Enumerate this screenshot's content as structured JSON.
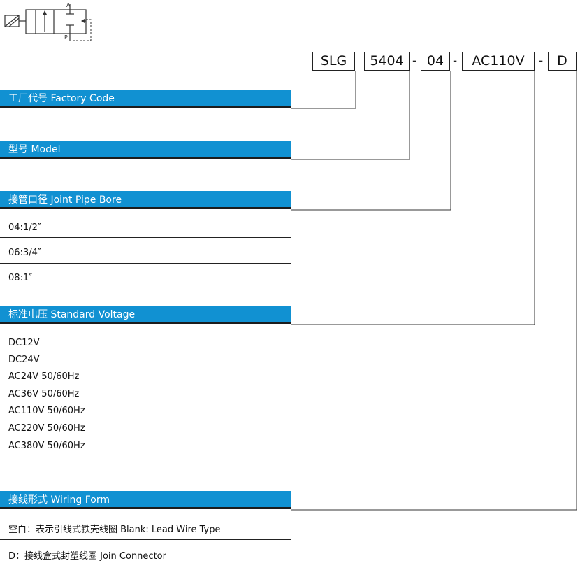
{
  "symbol": {
    "label_a": "A",
    "label_p": "P"
  },
  "code": {
    "factory": "SLG",
    "model": "5404",
    "bore": "04",
    "voltage": "AC110V",
    "wiring": "D",
    "separator": "-"
  },
  "sections": {
    "factory": "工厂代号 Factory Code",
    "model": "型号 Model",
    "bore": "接管口径 Joint Pipe Bore",
    "voltage": "标准电压 Standard Voltage",
    "wiring": "接线形式 Wiring Form"
  },
  "bore_options": [
    "04:1/2″",
    "06:3/4″",
    "08:1″"
  ],
  "voltage_options": [
    "DC12V",
    "DC24V",
    "AC24V  50/60Hz",
    "AC36V  50/60Hz",
    "AC110V  50/60Hz",
    "AC220V  50/60Hz",
    "AC380V  50/60Hz"
  ],
  "wiring_options": [
    "空白：表示引线式铁壳线圈  Blank: Lead Wire Type",
    "D：接线盒式封塑线圈  Join Connector"
  ],
  "colors": {
    "header_bg": "#1191d2",
    "header_text": "#ffffff",
    "line": "#333333"
  }
}
